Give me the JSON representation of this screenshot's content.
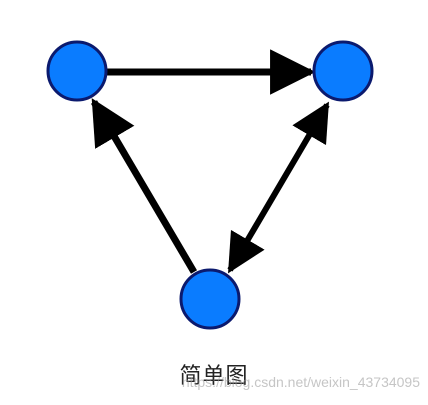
{
  "caption": "简单图",
  "watermark": "https://blog.csdn.net/weixin_43734095",
  "colors": {
    "node_fill": "#0A7CFF",
    "node_stroke": "#0B1A6E",
    "edge": "#000000",
    "background": "#ffffff"
  },
  "graph": {
    "nodes": [
      {
        "id": "A"
      },
      {
        "id": "B"
      },
      {
        "id": "C"
      }
    ],
    "edges": [
      {
        "from": "A",
        "to": "B"
      },
      {
        "from": "B",
        "to": "C"
      },
      {
        "from": "C",
        "to": "B"
      },
      {
        "from": "C",
        "to": "A"
      }
    ]
  }
}
